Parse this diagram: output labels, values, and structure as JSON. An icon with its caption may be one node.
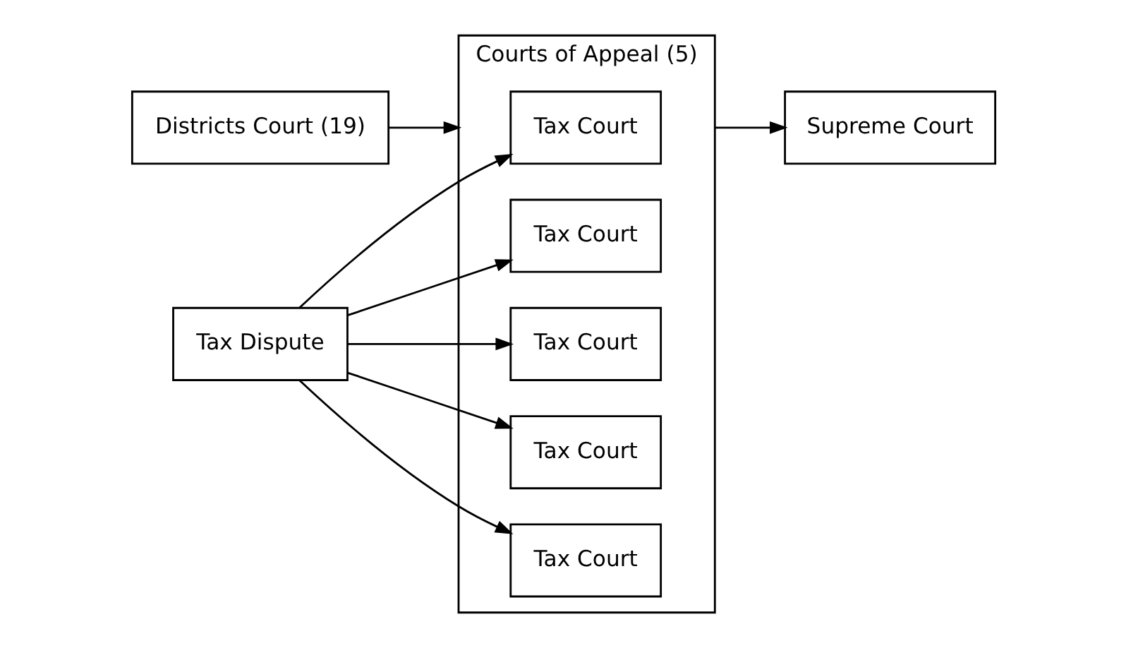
{
  "diagram": {
    "nodes": [
      {
        "text": [
          "Districts Court (19)"
        ]
      },
      {
        "text": [
          "Tax Dispute"
        ]
      },
      {
        "text": [
          "Courts of Appeal (5)"
        ]
      },
      {
        "text": [
          "Tax Court"
        ],
        "in": 2
      },
      {
        "text": [
          "Tax Court"
        ],
        "in": 2
      },
      {
        "text": [
          "Tax Court"
        ],
        "in": 2
      },
      {
        "text": [
          "Tax Court"
        ],
        "in": 2
      },
      {
        "text": [
          "Tax Court"
        ],
        "in": 2
      },
      {
        "text": [
          "Supreme Court"
        ]
      }
    ],
    "edges": [
      {
        "from": 0,
        "to": 2,
        "arrow": "to"
      },
      {
        "from": 1,
        "to": 3,
        "arrow": "to"
      },
      {
        "from": 1,
        "to": 4,
        "arrow": "to"
      },
      {
        "from": 1,
        "to": 5,
        "arrow": "to"
      },
      {
        "from": 1,
        "to": 6,
        "arrow": "to"
      },
      {
        "from": 1,
        "to": 7,
        "arrow": "to"
      },
      {
        "from": 2,
        "to": 8,
        "arrow": "to"
      }
    ]
  }
}
